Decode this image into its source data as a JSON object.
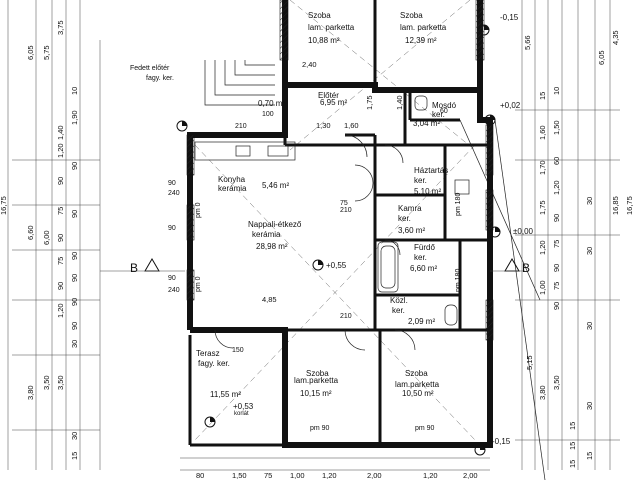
{
  "rooms": {
    "szoba1": {
      "name": "Szoba",
      "finish": "lam. parketta",
      "area": "10,88 m²"
    },
    "szoba2": {
      "name": "Szoba",
      "finish": "lam. parketta",
      "area": "12,39 m²"
    },
    "eloter": {
      "name": "Előtér",
      "area": "6,95 m²"
    },
    "fedett": {
      "name": "Fedett előtér",
      "finish": "fagy. ker.",
      "area": "0,70 m²"
    },
    "mosdo": {
      "name": "Mosdó",
      "finish": "ker.",
      "area": "3,04 m²"
    },
    "konyha": {
      "name": "Konyha",
      "finish": "kerámia",
      "area": "5,46 m²"
    },
    "nappali": {
      "name": "Nappali-étkező",
      "finish": "kerámia",
      "area": "28,98 m²"
    },
    "haztartas": {
      "name": "Háztartás",
      "finish": "ker.",
      "area": "5,10 m²"
    },
    "kamra": {
      "name": "Kamra",
      "finish": "ker.",
      "area": "3,60 m²"
    },
    "furdo": {
      "name": "Fürdő",
      "finish": "ker.",
      "area": "6,60 m²"
    },
    "kozl": {
      "name": "Közl.",
      "finish": "ker.",
      "area": "2,09 m²"
    },
    "terasz": {
      "name": "Terasz",
      "finish": "fagy. ker.",
      "area": "11,55 m²",
      "level": "+0,53",
      "note": "korlát"
    },
    "szoba3": {
      "name": "Szoba",
      "finish": "lam.parketta",
      "area": "10,15 m²"
    },
    "szoba4": {
      "name": "Szoba",
      "finish": "lam.parketta",
      "area": "10,50 m²"
    }
  },
  "levels": {
    "main": "+0,55",
    "right": "+0,02",
    "zero": "±0,00",
    "top_right": "-0,15",
    "bottom_right": "-0,15"
  },
  "sections": {
    "left": "B",
    "right": "B"
  },
  "labels": {
    "pm0": "pm 0",
    "pm90": "pm 90",
    "pm180": "pm 180",
    "w240": "240",
    "w210": "210",
    "w90": "90",
    "w100": "100",
    "w150": "150",
    "w75": "75",
    "w60": "60"
  },
  "dims": {
    "left_outer": [
      "16,75"
    ],
    "left_a": [
      "6,05",
      "6,60",
      "3,80"
    ],
    "left_b": [
      "5,75",
      "6,00",
      "3,50"
    ],
    "left_c": [
      "3,75",
      "1,40",
      "1,20",
      "90",
      "75",
      "90",
      "75",
      "90",
      "1,20",
      "3,50"
    ],
    "left_d": [
      "10",
      "1,90",
      "90",
      "90",
      "90",
      "90",
      "90",
      "90",
      "30",
      "30",
      "15"
    ],
    "top": [
      "2,40",
      "4,85"
    ],
    "inner_h": [
      "1,30",
      "1,60",
      "1,40",
      "1,75"
    ],
    "bottom": [
      "80",
      "1,50",
      "75",
      "1,00",
      "1,20",
      "2,00",
      "1,20",
      "2,00"
    ],
    "right_a": [
      "4,35",
      "16,75"
    ],
    "right_b": [
      "5,66",
      "6,05",
      "16,85"
    ],
    "right_c": [
      "15",
      "1,60",
      "1,70",
      "1,75",
      "1,20",
      "1,00",
      "5,15",
      "3,80"
    ],
    "right_d": [
      "10",
      "1,50",
      "60",
      "1,20",
      "90",
      "75",
      "90",
      "75",
      "90",
      "3,50"
    ],
    "right_e": [
      "15",
      "15",
      "15",
      "30",
      "30",
      "30",
      "30",
      "15"
    ]
  }
}
